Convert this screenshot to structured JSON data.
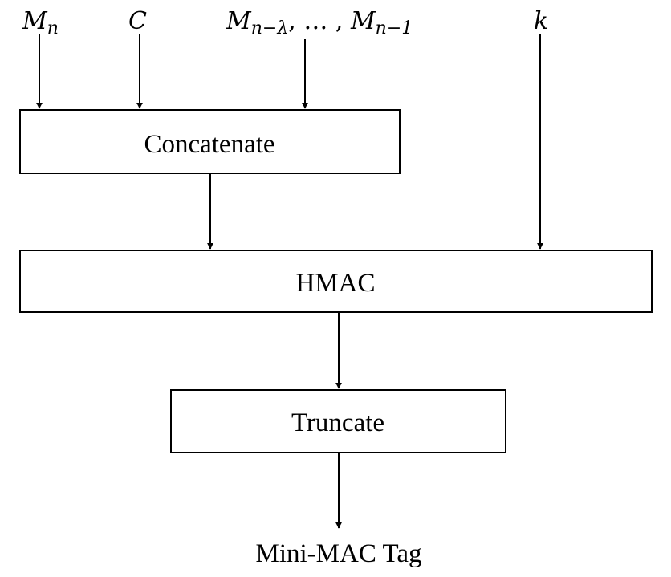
{
  "inputs": {
    "mn": {
      "base": "M",
      "sub": "n"
    },
    "c": {
      "base": "C"
    },
    "prev": {
      "first_base": "M",
      "first_sub": "n−λ",
      "separator": ", … , ",
      "last_base": "M",
      "last_sub": "n−1"
    },
    "k": {
      "base": "k"
    }
  },
  "blocks": {
    "concatenate": "Concatenate",
    "hmac": "HMAC",
    "truncate": "Truncate"
  },
  "output": {
    "label": "Mini-MAC Tag"
  }
}
